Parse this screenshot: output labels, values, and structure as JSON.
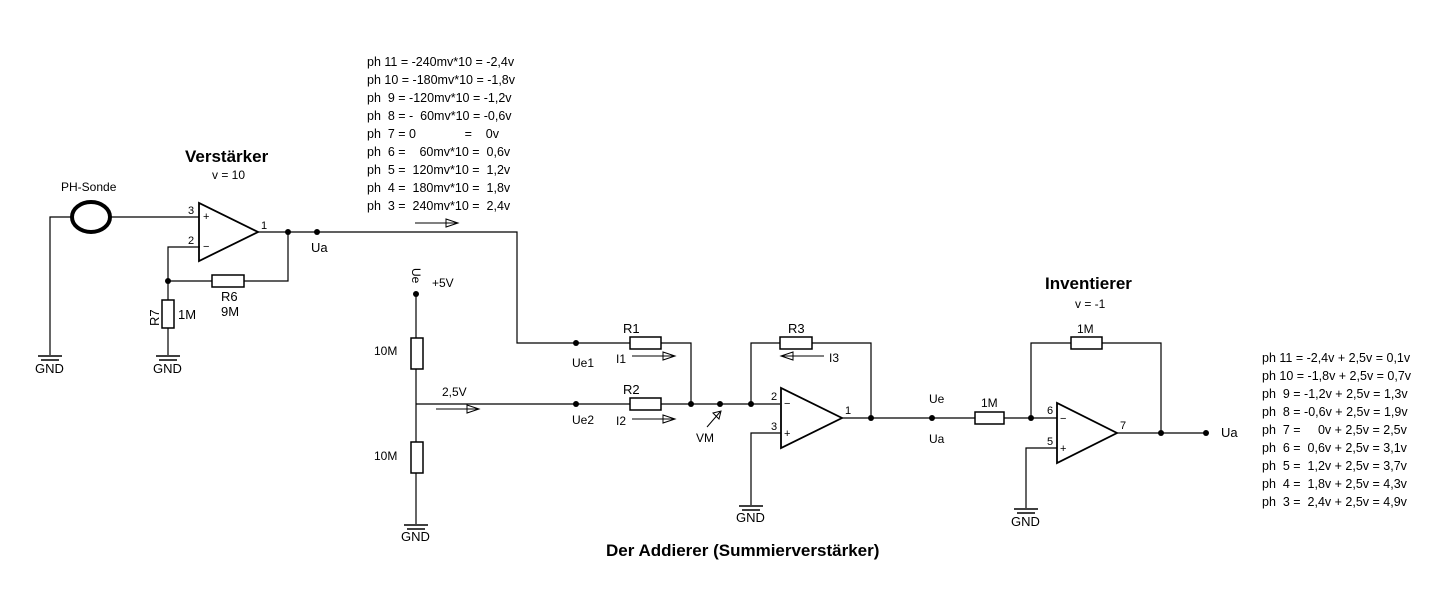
{
  "titles": {
    "amplifier": "Verstärker",
    "amplifier_gain": "v = 10",
    "inverter": "Inventierer",
    "inverter_gain": "v = -1",
    "adder": "Der Addierer (Summierverstärker)"
  },
  "labels": {
    "probe": "PH-Sonde",
    "gnd": "GND",
    "ua": "Ua",
    "ue": "Ue",
    "ue1": "Ue1",
    "ue2": "Ue2",
    "i1": "I1",
    "i2": "I2",
    "i3": "I3",
    "vm": "VM",
    "plus5v": "+5V",
    "v2_5": "2,5V",
    "r1": "R1",
    "r2": "R2",
    "r3": "R3",
    "r6": "R6",
    "r6_value": "9M",
    "r7": "R7",
    "r7_value": "1M",
    "divider_top": "10M",
    "divider_bottom": "10M",
    "inv_input_r": "1M",
    "inv_feedback_r": "1M"
  },
  "pins": {
    "a_plus": "3",
    "a_minus": "2",
    "a_out": "1",
    "s_minus": "2",
    "s_plus": "3",
    "s_out": "1",
    "i_minus": "6",
    "i_plus": "5",
    "i_out": "7"
  },
  "table_amplifier": [
    "ph 11 = -240mv*10 = -2,4v",
    "ph 10 = -180mv*10 = -1,8v",
    "ph  9 = -120mv*10 = -1,2v",
    "ph  8 = -  60mv*10 = -0,6v",
    "ph  7 = 0              =    0v",
    "ph  6 =    60mv*10 =  0,6v",
    "ph  5 =  120mv*10 =  1,2v",
    "ph  4 =  180mv*10 =  1,8v",
    "ph  3 =  240mv*10 =  2,4v"
  ],
  "table_output": [
    "ph 11 = -2,4v + 2,5v = 0,1v",
    "ph 10 = -1,8v + 2,5v = 0,7v",
    "ph  9 = -1,2v + 2,5v = 1,3v",
    "ph  8 = -0,6v + 2,5v = 1,9v",
    "ph  7 =     0v + 2,5v = 2,5v",
    "ph  6 =  0,6v + 2,5v = 3,1v",
    "ph  5 =  1,2v + 2,5v = 3,7v",
    "ph  4 =  1,8v + 2,5v = 4,3v",
    "ph  3 =  2,4v + 2,5v = 4,9v"
  ]
}
